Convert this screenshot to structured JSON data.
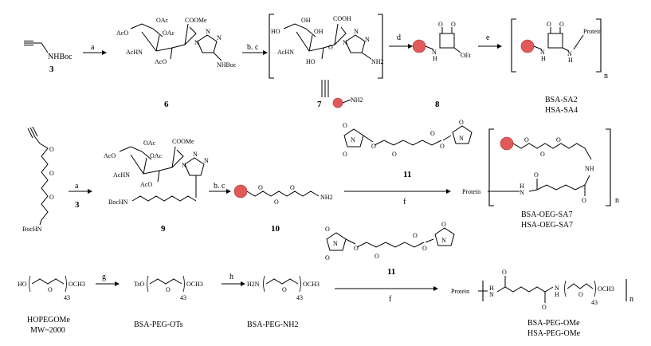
{
  "row1": {
    "start_label": "NHBoc",
    "start_num": "3",
    "steps": [
      "a",
      "b. c",
      "d",
      "e"
    ],
    "c6": {
      "num": "6",
      "labels": [
        "AcO",
        "OAc",
        "COOMe",
        "OAc",
        "AcHN",
        "AcO",
        "N",
        "N",
        "N",
        "NHBoc"
      ]
    },
    "c7": {
      "num": "7",
      "labels": [
        "HO",
        "OH",
        "COOH",
        "OH",
        "AcHN",
        "HO",
        "O",
        "N",
        "N",
        "N",
        "NH2"
      ]
    },
    "c7_equiv_label": "NH2",
    "c8": {
      "num": "8",
      "labels": [
        "O",
        "O",
        "N",
        "H",
        "OEt"
      ]
    },
    "product": {
      "labels": [
        "O",
        "O",
        "N",
        "H",
        "N",
        "H",
        "Protein",
        "n"
      ],
      "names": [
        "BSA-SA2",
        "HSA-SA4"
      ]
    }
  },
  "row2": {
    "steps": [
      "a",
      "b. c",
      "f"
    ],
    "start_label": "BocHN",
    "c3": "3",
    "c9": {
      "num": "9",
      "labels": [
        "AcO",
        "OAc",
        "COOMe",
        "OAc",
        "AcHN",
        "AcO",
        "N",
        "N",
        "N",
        "BocHN"
      ]
    },
    "c10": {
      "num": "10",
      "label": "NH2"
    },
    "reagent11": {
      "num": "11",
      "labels": [
        "O",
        "N",
        "O",
        "O",
        "O",
        "N",
        "O",
        "O",
        "O"
      ]
    },
    "product": {
      "labels": [
        "Protein",
        "H",
        "N",
        "O",
        "O",
        "NH",
        "n"
      ],
      "names": [
        "BSA-OEG-SA7",
        "HSA-OEG-SA7"
      ]
    }
  },
  "row3": {
    "steps": [
      "g",
      "h",
      "f"
    ],
    "hopeg": {
      "labels": [
        "HO",
        "O",
        "OCH3",
        "43"
      ],
      "names": [
        "HOPEGOMe",
        "MW~2000"
      ]
    },
    "tsopeg": {
      "labels": [
        "TsO",
        "O",
        "OCH3",
        "43"
      ],
      "name": "BSA-PEG-OTs"
    },
    "nh2peg": {
      "labels": [
        "H2N",
        "O",
        "OCH3",
        "43"
      ],
      "name": "BSA-PEG-NH2"
    },
    "reagent11": {
      "num": "11",
      "labels": [
        "O",
        "N",
        "O",
        "O",
        "O",
        "N",
        "O",
        "O",
        "O"
      ]
    },
    "product": {
      "labels": [
        "Protein",
        "H",
        "N",
        "O",
        "O",
        "N",
        "H",
        "O",
        "OCH3",
        "43",
        "n"
      ],
      "names": [
        "BSA-PEG-OMe",
        "HSA-PEG-OMe"
      ]
    }
  },
  "colors": {
    "protein_ball": "#e15a5a",
    "ink": "#000000"
  }
}
